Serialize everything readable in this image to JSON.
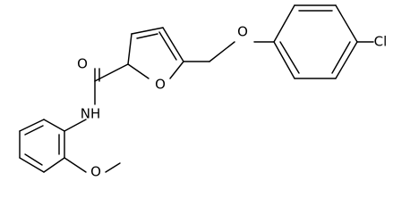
{
  "molecule": {
    "labels": {
      "chlorine": "Cl",
      "ether_oxygen": "O",
      "furan_oxygen": "O",
      "carbonyl_oxygen": "O",
      "amide_nitrogen": "NH",
      "methoxy_oxygen": "O"
    }
  }
}
